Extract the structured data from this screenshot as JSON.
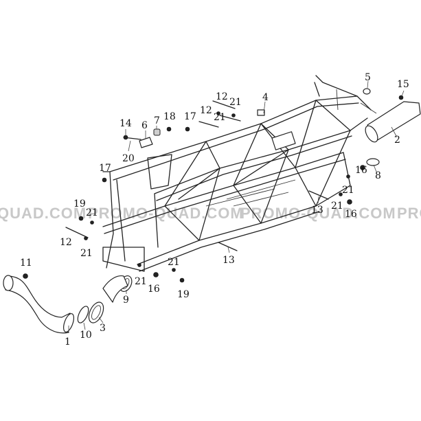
{
  "watermark": {
    "left": "QUAD.COM",
    "center1": "PROMO-QUAD.COM",
    "center2": "PROMO-QUAD.COM",
    "right": "PRO"
  },
  "callouts": [
    "1",
    "2",
    "3",
    "4",
    "5",
    "6",
    "7",
    "8",
    "9",
    "10",
    "11",
    "12",
    "12",
    "12",
    "12",
    "13",
    "13",
    "14",
    "15",
    "16",
    "16",
    "16",
    "17",
    "17",
    "18",
    "19",
    "19",
    "20",
    "21",
    "21",
    "21",
    "21",
    "21",
    "21",
    "21",
    "21"
  ]
}
